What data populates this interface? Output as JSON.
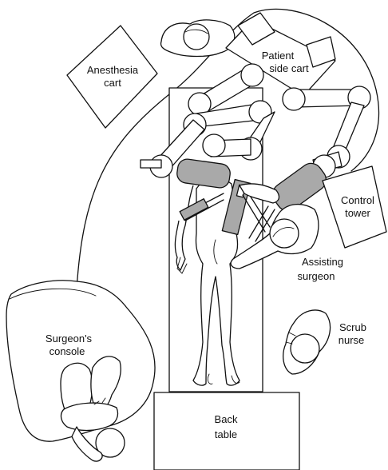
{
  "labels": {
    "anesthesia_cart": [
      "Anesthesia",
      "cart"
    ],
    "patient_side_cart": [
      "Patient",
      "side cart"
    ],
    "control_tower": [
      "Control",
      "tower"
    ],
    "assisting_surgeon": [
      "Assisting",
      "surgeon"
    ],
    "scrub_nurse": [
      "Scrub",
      "nurse"
    ],
    "surgeons_console": [
      "Surgeon's",
      "console"
    ],
    "back_table": [
      "Back",
      "table"
    ]
  }
}
